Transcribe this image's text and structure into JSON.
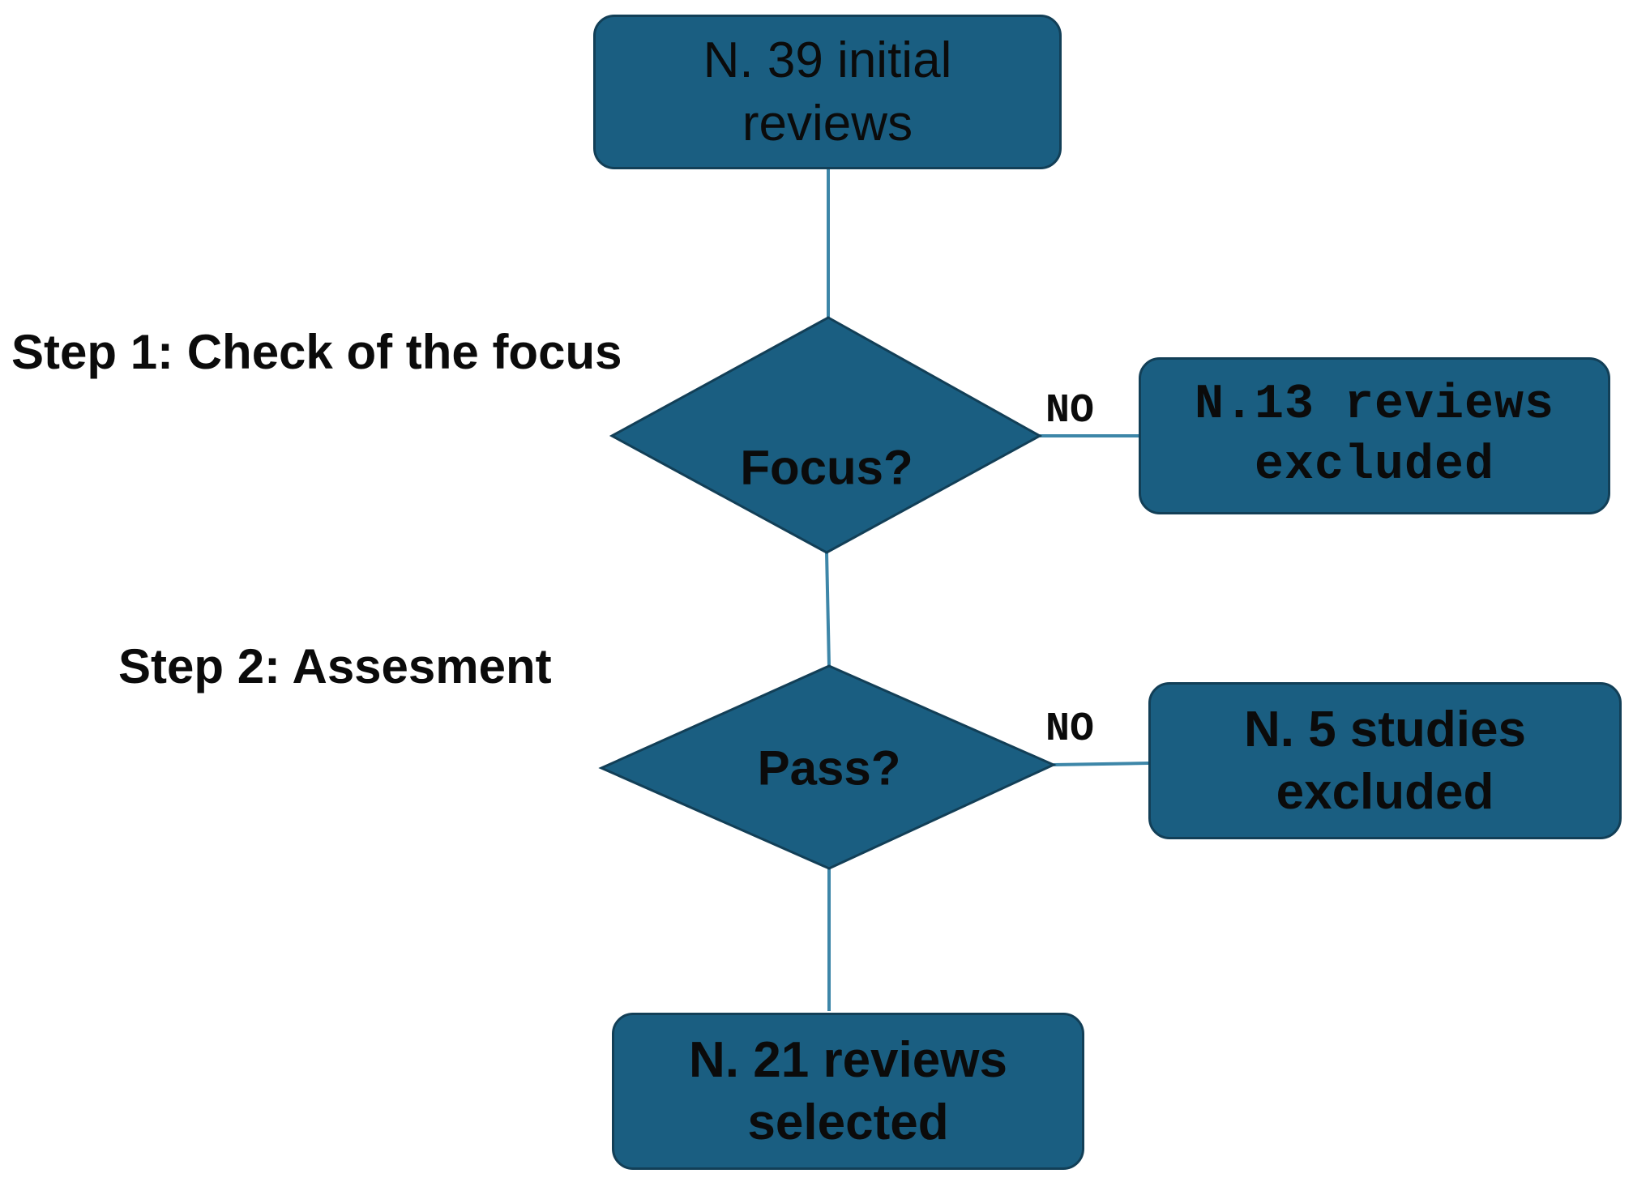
{
  "nodes": {
    "start": {
      "text": "N. 39 initial reviews"
    },
    "focus_decision": {
      "text": "Focus?"
    },
    "excluded_focus": {
      "text": "N.13 reviews excluded"
    },
    "pass_decision": {
      "text": "Pass?"
    },
    "excluded_pass": {
      "text": "N. 5 studies excluded"
    },
    "selected": {
      "text": "N. 21 reviews selected"
    }
  },
  "steps": {
    "step1": "Step 1: Check of the focus",
    "step2": "Step 2: Assesment"
  },
  "edge_labels": {
    "focus_no": "NO",
    "pass_no": "NO"
  },
  "colors": {
    "node_fill": "#1a5e81",
    "node_border": "#123f57",
    "connector": "#3d86a8",
    "text": "#0b0b0b"
  }
}
